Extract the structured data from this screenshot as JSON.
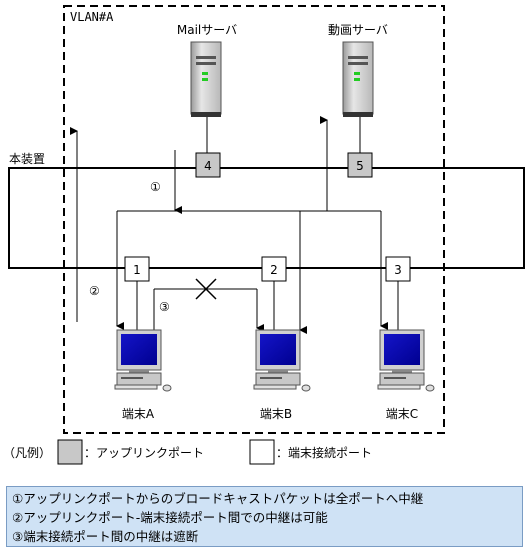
{
  "vlan_label": "VLAN#A",
  "device_label": "本装置",
  "servers": [
    {
      "name": "Mailサーバ",
      "port": "4"
    },
    {
      "name": "動画サーバ",
      "port": "5"
    }
  ],
  "terminals": [
    {
      "name": "端末A",
      "port": "1"
    },
    {
      "name": "端末B",
      "port": "2"
    },
    {
      "name": "端末C",
      "port": "3"
    }
  ],
  "flow_labels": [
    "①",
    "②",
    "③"
  ],
  "legend": {
    "title": "（凡例）",
    "uplink": "：アップリンクポート",
    "terminal": "：端末接続ポート"
  },
  "notes": [
    "①アップリンクポートからのブロードキャストパケットは全ポートへ中継",
    "②アップリンクポート-端末接続ポート間での中継は可能",
    "③端末接続ポート間の中継は遮断"
  ],
  "colors": {
    "uplink_port_fill": "#c8c8c8",
    "terminal_port_fill": "#ffffff",
    "notes_background": "#cfe2f5"
  }
}
